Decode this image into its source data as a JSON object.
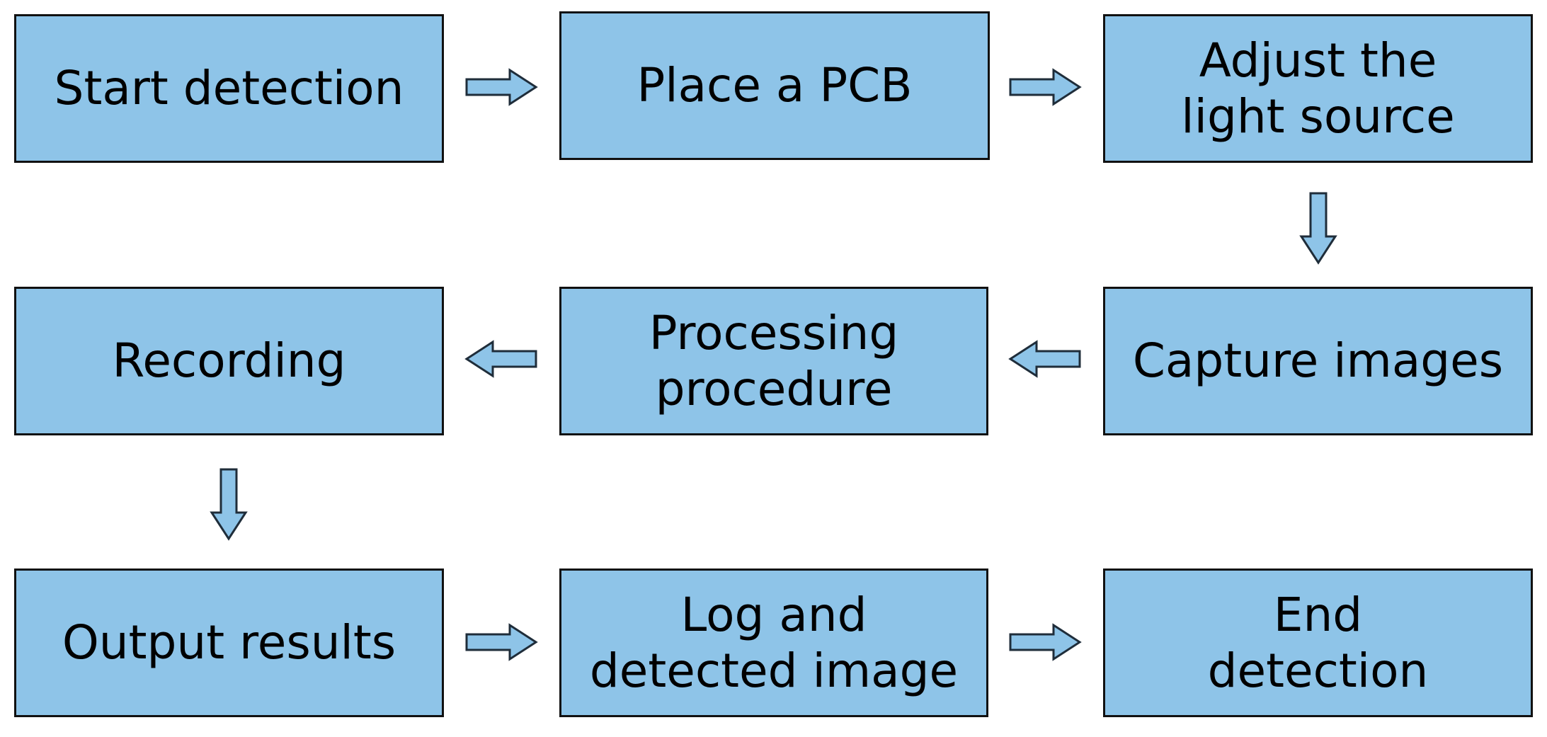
{
  "colors": {
    "box_fill": "#8ec4e8",
    "box_border": "#111111",
    "arrow_fill": "#8ec4e8",
    "arrow_stroke": "#1f2d3a"
  },
  "steps": {
    "start_detection": "Start detection",
    "place_pcb": "Place a PCB",
    "adjust_light": "Adjust the\nlight source",
    "capture_images": "Capture images",
    "processing": "Processing\nprocedure",
    "recording": "Recording",
    "output_results": "Output results",
    "log_detected": "Log and\ndetected image",
    "end_detection": "End\ndetection"
  },
  "arrows": [
    {
      "from": "start_detection",
      "to": "place_pcb",
      "direction": "right"
    },
    {
      "from": "place_pcb",
      "to": "adjust_light",
      "direction": "right"
    },
    {
      "from": "adjust_light",
      "to": "capture_images",
      "direction": "down"
    },
    {
      "from": "capture_images",
      "to": "processing",
      "direction": "left"
    },
    {
      "from": "processing",
      "to": "recording",
      "direction": "left"
    },
    {
      "from": "recording",
      "to": "output_results",
      "direction": "down"
    },
    {
      "from": "output_results",
      "to": "log_detected",
      "direction": "right"
    },
    {
      "from": "log_detected",
      "to": "end_detection",
      "direction": "right"
    }
  ]
}
